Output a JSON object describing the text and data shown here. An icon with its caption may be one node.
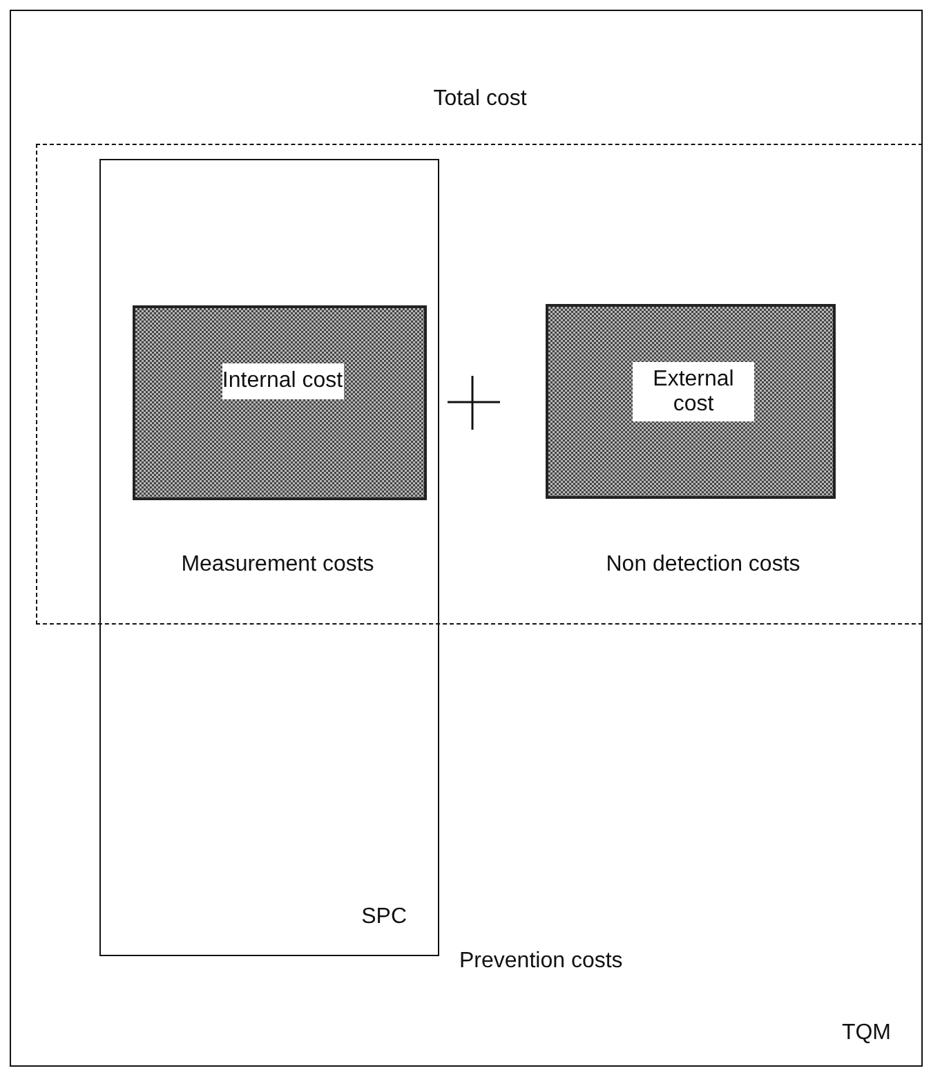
{
  "diagram": {
    "nodes": [
      {
        "text": [
          "TQM"
        ]
      },
      {
        "text": [
          "Total cost"
        ],
        "in": 0
      },
      {
        "text": [
          "SPC"
        ],
        "beside": [
          "Prevention costs"
        ],
        "in": 0
      },
      {
        "text": [
          "Internal cost"
        ]
      },
      {
        "text": [
          "External cost"
        ],
        "in": 1
      }
    ],
    "labels": [
      "Measurement costs",
      "Non detection costs"
    ]
  }
}
